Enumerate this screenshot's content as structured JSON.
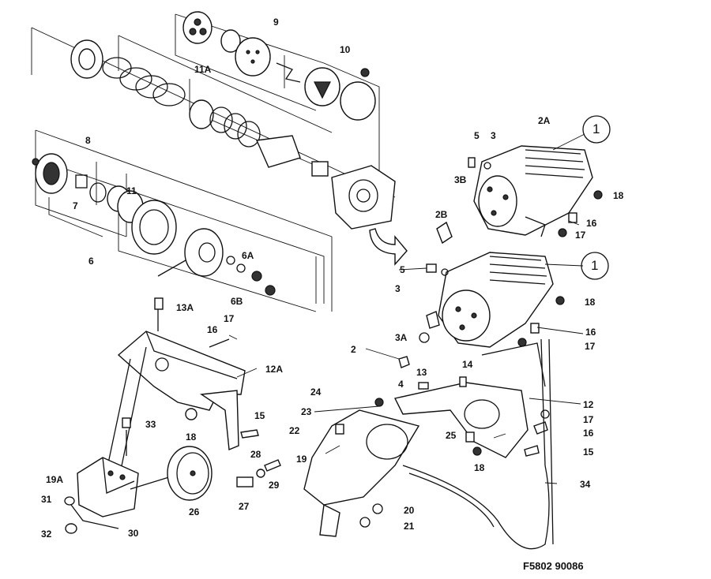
{
  "callouts": {
    "c9": "9",
    "c10": "10",
    "c11A": "11A",
    "c8": "8",
    "c7": "7",
    "c11": "11",
    "c6": "6",
    "c6A": "6A",
    "c6B": "6B",
    "c13A": "13A",
    "c16a": "16",
    "c17a": "17",
    "c12A": "12A",
    "c15a": "15",
    "c18a": "18",
    "c33": "33",
    "c28": "28",
    "c29": "29",
    "c27": "27",
    "c19A": "19A",
    "c31": "31",
    "c32": "32",
    "c30": "30",
    "c26": "26",
    "c5a": "5",
    "c3a": "3",
    "c2A": "2A",
    "c1a": "1",
    "c3B": "3B",
    "c18b": "18",
    "c16b": "16",
    "c17b": "17",
    "c2B": "2B",
    "c5b": "5",
    "c1b": "1",
    "c3b": "3",
    "c18c": "18",
    "c16c": "16",
    "c17c": "17",
    "c3A": "3A",
    "c2": "2",
    "c13": "13",
    "c14": "14",
    "c4": "4",
    "c24": "24",
    "c12": "12",
    "c17d": "17",
    "c23": "23",
    "c16d": "16",
    "c22": "22",
    "c25": "25",
    "c15b": "15",
    "c19": "19",
    "c18d": "18",
    "c34": "34",
    "c20": "20",
    "c21": "21"
  },
  "figure_code": "F5802 90086"
}
